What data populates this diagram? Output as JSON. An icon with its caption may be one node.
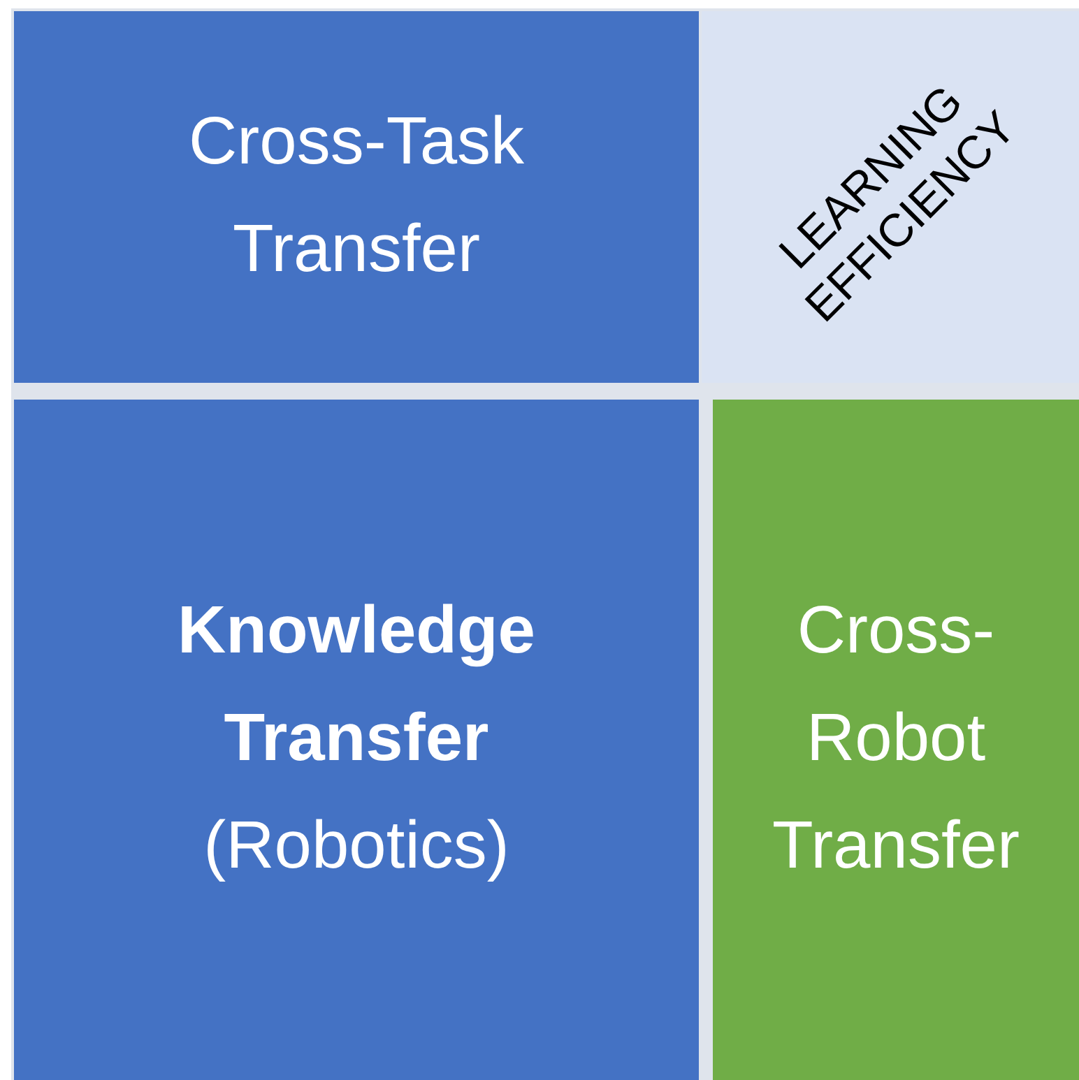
{
  "diagram": {
    "nodes": [
      {
        "text": [
          "Cross-Task Transfer"
        ]
      },
      {
        "text": [
          "LEARNING EFFICIENCY"
        ]
      },
      {
        "text": [
          "Knowledge Transfer",
          "(Robotics)"
        ]
      },
      {
        "text": [
          "Cross-Robot Transfer"
        ]
      }
    ]
  }
}
